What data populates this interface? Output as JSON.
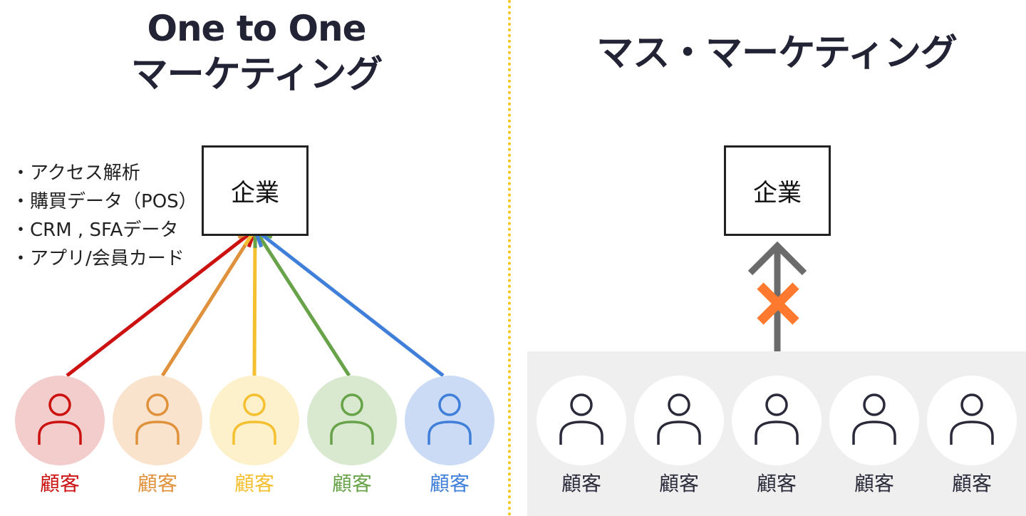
{
  "left_panel": {
    "title_line1": "One to One",
    "title_line2": "マーケティング",
    "company_label": "企業",
    "data_sources": [
      "アクセス解析",
      "購買データ（POS）",
      "CRM , SFAデータ",
      "アプリ/会員カード"
    ],
    "customers": [
      {
        "label": "顧客",
        "color": "#cc1111",
        "bg": "#f3cccc"
      },
      {
        "label": "顧客",
        "color": "#e0913c",
        "bg": "#fae3cd"
      },
      {
        "label": "顧客",
        "color": "#f5c030",
        "bg": "#fdf1cc"
      },
      {
        "label": "顧客",
        "color": "#68a34a",
        "bg": "#d8e9d0"
      },
      {
        "label": "顧客",
        "color": "#3f7fd9",
        "bg": "#cbdbf6"
      }
    ]
  },
  "right_panel": {
    "title": "マス・マーケティング",
    "company_label": "企業",
    "arrow_color": "#6b6b6b",
    "block_color": "#ff7a2e",
    "customers": [
      {
        "label": "顧客"
      },
      {
        "label": "顧客"
      },
      {
        "label": "顧客"
      },
      {
        "label": "顧客"
      },
      {
        "label": "顧客"
      }
    ]
  },
  "colors": {
    "divider": "#f5c518",
    "crowd_band": "#efefef",
    "neutral_icon": "#2a2a3a"
  }
}
